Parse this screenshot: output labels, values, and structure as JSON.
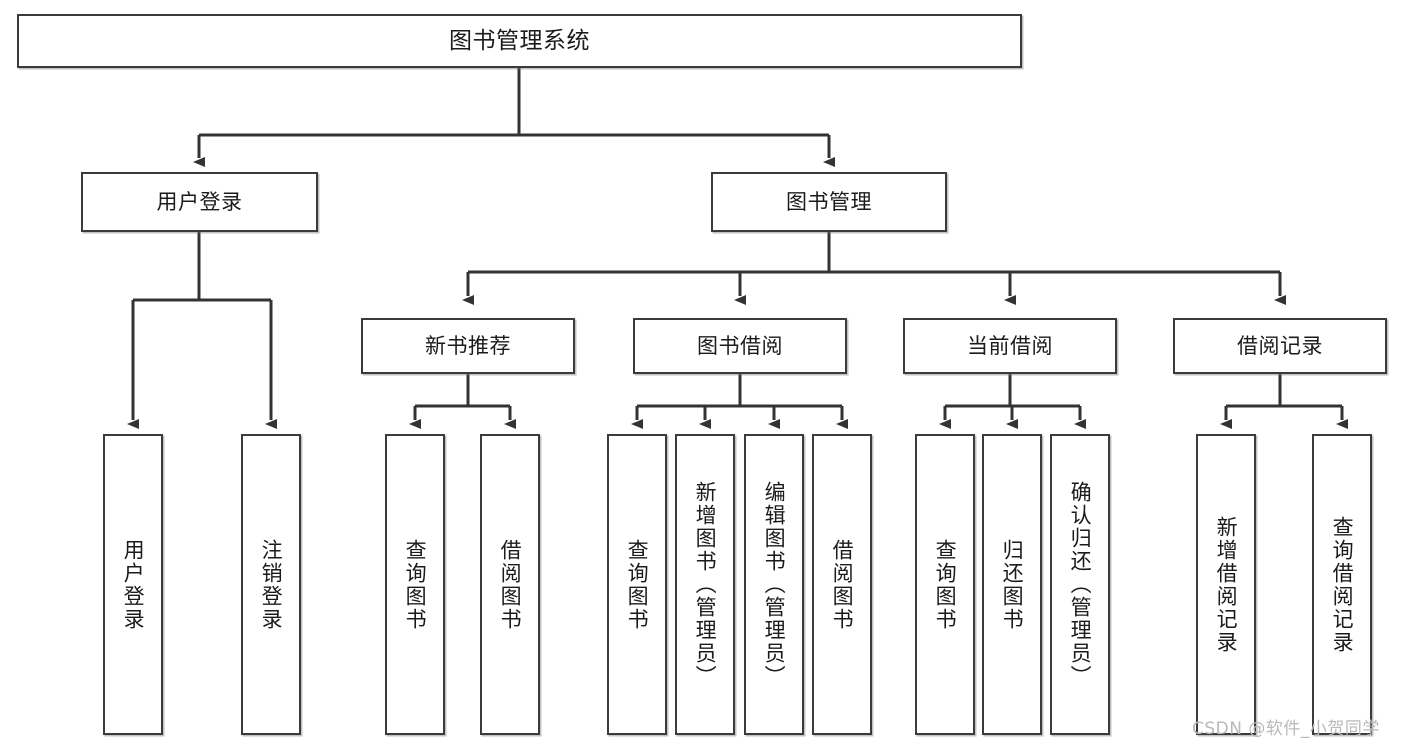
{
  "diagram": {
    "type": "tree",
    "title": "图书管理系统",
    "orientation": "top-down",
    "colors": {
      "box_border": "#3b3b3b",
      "box_fill": "#ffffff",
      "edge": "#333333",
      "text": "#1b1b1b",
      "watermark": "#b9b9b9",
      "background": "#ffffff"
    }
  },
  "nodes": {
    "root": {
      "label": "图书管理系统",
      "level": 1
    },
    "level2": [
      {
        "id": "user-login",
        "label": "用户登录"
      },
      {
        "id": "book-manage",
        "label": "图书管理"
      }
    ],
    "level3": [
      {
        "id": "new-book-rec",
        "label": "新书推荐",
        "parent": "book-manage"
      },
      {
        "id": "book-borrow",
        "label": "图书借阅",
        "parent": "book-manage"
      },
      {
        "id": "current-borrow",
        "label": "当前借阅",
        "parent": "book-manage"
      },
      {
        "id": "borrow-record",
        "label": "借阅记录",
        "parent": "book-manage"
      }
    ],
    "leaves": [
      {
        "id": "leaf-user-login",
        "label": "用户登录",
        "parent": "user-login"
      },
      {
        "id": "leaf-logout-login",
        "label": "注销登录",
        "parent": "user-login"
      },
      {
        "id": "leaf-query-book-1",
        "label": "查询图书",
        "parent": "new-book-rec"
      },
      {
        "id": "leaf-borrow-book-1",
        "label": "借阅图书",
        "parent": "new-book-rec"
      },
      {
        "id": "leaf-query-book-2",
        "label": "查询图书",
        "parent": "book-borrow"
      },
      {
        "id": "leaf-add-book",
        "label": "新增图书（管理员）",
        "parent": "book-borrow"
      },
      {
        "id": "leaf-edit-book",
        "label": "编辑图书（管理员）",
        "parent": "book-borrow"
      },
      {
        "id": "leaf-borrow-book-2",
        "label": "借阅图书",
        "parent": "book-borrow"
      },
      {
        "id": "leaf-query-book-3",
        "label": "查询图书",
        "parent": "current-borrow"
      },
      {
        "id": "leaf-return-book",
        "label": "归还图书",
        "parent": "current-borrow"
      },
      {
        "id": "leaf-confirm-return",
        "label": "确认归还（管理员）",
        "parent": "current-borrow"
      },
      {
        "id": "leaf-add-record",
        "label": "新增借阅记录",
        "parent": "borrow-record"
      },
      {
        "id": "leaf-query-record",
        "label": "查询借阅记录",
        "parent": "borrow-record"
      }
    ]
  },
  "watermark": {
    "text": "CSDN @软件_小贺同学"
  }
}
